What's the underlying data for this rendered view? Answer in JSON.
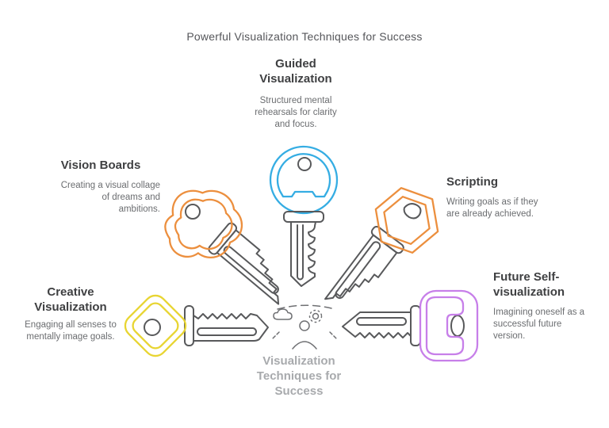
{
  "title": "Powerful Visualization Techniques for Success",
  "center_label": "Visualization\nTechniques for\nSuccess",
  "colors": {
    "key_outline": "#58595b",
    "doodle": "#6f7073",
    "title_text": "#55565a",
    "heading_text": "#3f4042",
    "body_text": "#6b6d70",
    "center_label_text": "#a8aaad"
  },
  "techniques": [
    {
      "id": "guided-visualization",
      "title": "Guided\nVisualization",
      "description": "Structured mental\nrehearsals for clarity\nand focus.",
      "color": "#35ade3"
    },
    {
      "id": "vision-boards",
      "title": "Vision Boards",
      "description": "Creating a visual collage\nof dreams and\nambitions.",
      "color": "#ec8f3e"
    },
    {
      "id": "scripting",
      "title": "Scripting",
      "description": "Writing goals as if they\nare already achieved.",
      "color": "#ec8f3e"
    },
    {
      "id": "creative-visualization",
      "title": "Creative\nVisualization",
      "description": "Engaging all senses to\nmentally image goals.",
      "color": "#e8d532"
    },
    {
      "id": "future-self-visualization",
      "title": "Future Self-\nvisualization",
      "description": "Imagining oneself as a\nsuccessful future\nversion.",
      "color": "#c77fe9"
    }
  ]
}
